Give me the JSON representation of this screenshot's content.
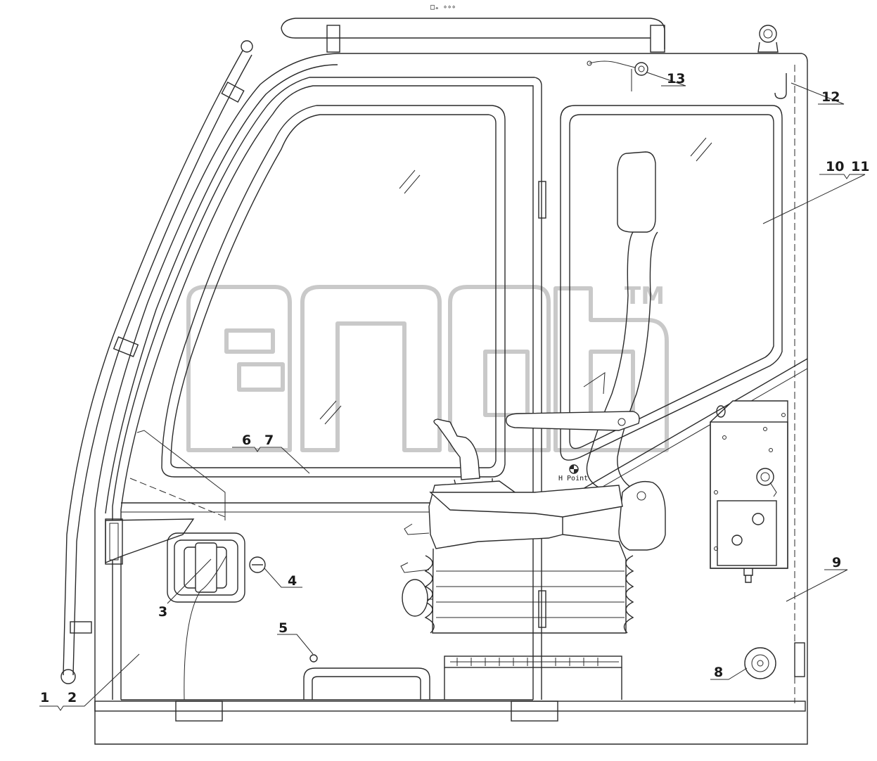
{
  "diagram": {
    "top_mark": "□ₐ ∘∘∘",
    "watermark": "TM",
    "h_point_label": "H Point",
    "callouts": [
      {
        "id": "c1",
        "text": "1"
      },
      {
        "id": "c2",
        "text": "2"
      },
      {
        "id": "c3",
        "text": "3"
      },
      {
        "id": "c4",
        "text": "4"
      },
      {
        "id": "c5",
        "text": "5"
      },
      {
        "id": "c6",
        "text": "6"
      },
      {
        "id": "c7",
        "text": "7"
      },
      {
        "id": "c8",
        "text": "8"
      },
      {
        "id": "c9",
        "text": "9"
      },
      {
        "id": "c10",
        "text": "10"
      },
      {
        "id": "c11",
        "text": "11"
      },
      {
        "id": "c12",
        "text": "12"
      },
      {
        "id": "c13",
        "text": "13"
      }
    ]
  }
}
